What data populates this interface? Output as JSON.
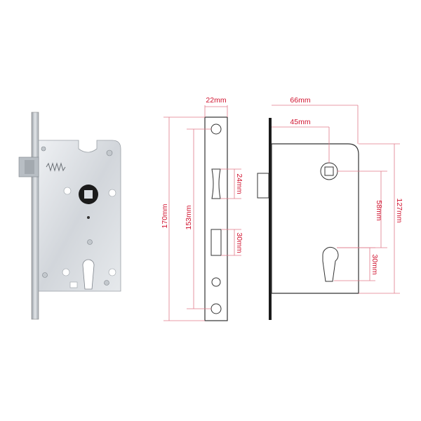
{
  "labels": {
    "faceplate_width": "22mm",
    "faceplate_height": "170mm",
    "screw_spacing": "153mm",
    "latch_height": "24mm",
    "deadbolt_height": "30mm",
    "case_width": "66mm",
    "backset": "45mm",
    "case_height": "127mm",
    "center_distance": "58mm",
    "cylinder_height": "30mm"
  },
  "colors": {
    "dimension": "#d0122e",
    "dimension_line": "#e07a8a",
    "outline": "#333333",
    "metal": "#d9dde2"
  }
}
